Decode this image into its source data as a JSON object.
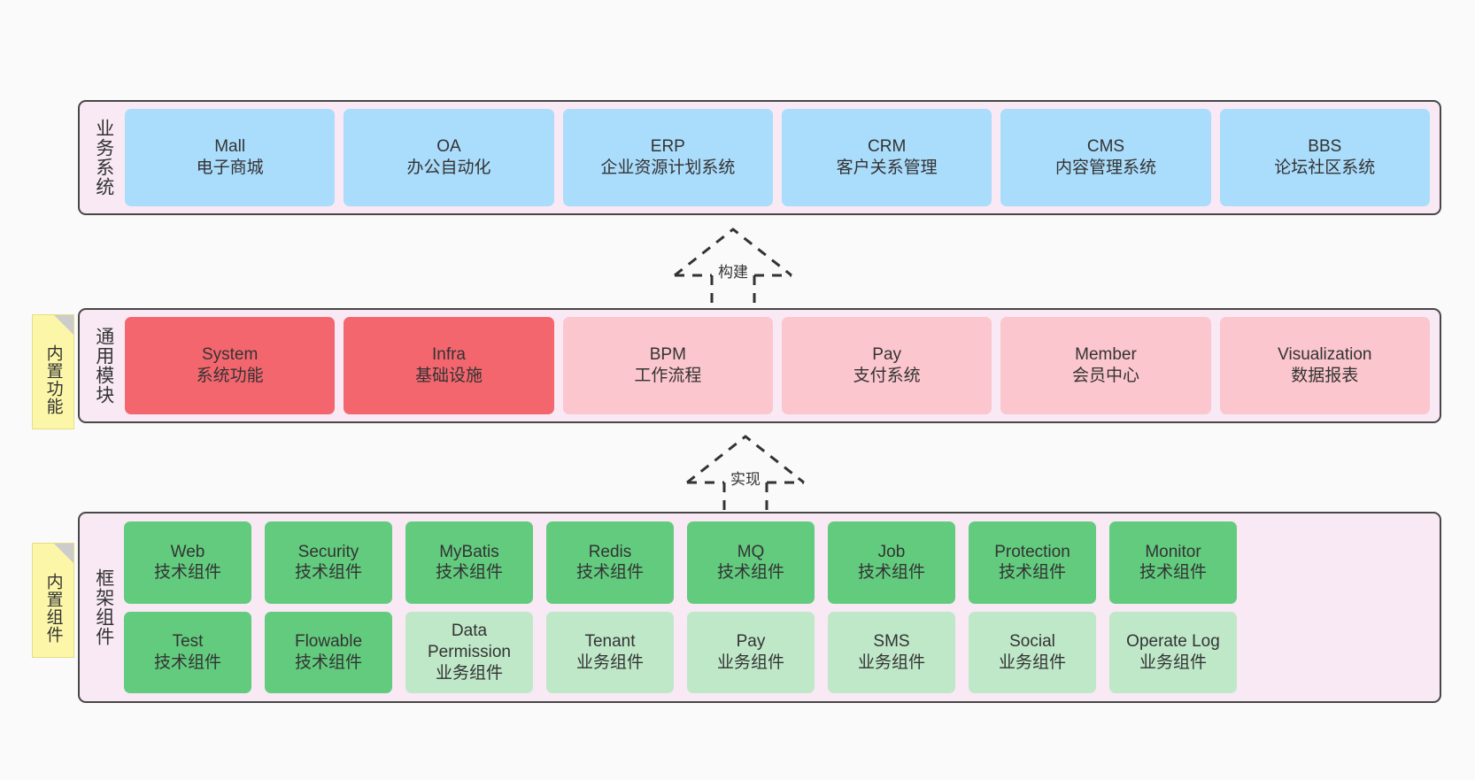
{
  "diagram": {
    "background_color": "#fafafa",
    "container_fill": "#f8e9f4",
    "container_border": "#474747"
  },
  "layers": [
    {
      "id": "business",
      "title": "业务系统",
      "card_color": "#aadcfb",
      "cards": [
        {
          "name": "Mall",
          "sub": "电子商城"
        },
        {
          "name": "OA",
          "sub": "办公自动化"
        },
        {
          "name": "ERP",
          "sub": "企业资源计划系统"
        },
        {
          "name": "CRM",
          "sub": "客户关系管理"
        },
        {
          "name": "CMS",
          "sub": "内容管理系统"
        },
        {
          "name": "BBS",
          "sub": "论坛社区系统"
        }
      ]
    },
    {
      "id": "modules",
      "title": "通用模块",
      "card_color_strong": "#f4666e",
      "card_color_light": "#fbc6cd",
      "cards": [
        {
          "name": "System",
          "sub": "系统功能",
          "variant": "strong"
        },
        {
          "name": "Infra",
          "sub": "基础设施",
          "variant": "strong"
        },
        {
          "name": "BPM",
          "sub": "工作流程",
          "variant": "light"
        },
        {
          "name": "Pay",
          "sub": "支付系统",
          "variant": "light"
        },
        {
          "name": "Member",
          "sub": "会员中心",
          "variant": "light"
        },
        {
          "name": "Visualization",
          "sub": "数据报表",
          "variant": "light"
        }
      ]
    },
    {
      "id": "framework",
      "title": "框架组件",
      "card_color_tech": "#62cb7e",
      "card_color_biz": "#bfe8c9",
      "cards": [
        {
          "name": "Web",
          "sub": "技术组件",
          "variant": "tech"
        },
        {
          "name": "Security",
          "sub": "技术组件",
          "variant": "tech"
        },
        {
          "name": "MyBatis",
          "sub": "技术组件",
          "variant": "tech"
        },
        {
          "name": "Redis",
          "sub": "技术组件",
          "variant": "tech"
        },
        {
          "name": "MQ",
          "sub": "技术组件",
          "variant": "tech"
        },
        {
          "name": "Job",
          "sub": "技术组件",
          "variant": "tech"
        },
        {
          "name": "Protection",
          "sub": "技术组件",
          "variant": "tech"
        },
        {
          "name": "Monitor",
          "sub": "技术组件",
          "variant": "tech"
        },
        {
          "name": "Test",
          "sub": "技术组件",
          "variant": "tech"
        },
        {
          "name": "Flowable",
          "sub": "技术组件",
          "variant": "tech"
        },
        {
          "name": "Data Permission",
          "sub": "业务组件",
          "variant": "biz"
        },
        {
          "name": "Tenant",
          "sub": "业务组件",
          "variant": "biz"
        },
        {
          "name": "Pay",
          "sub": "业务组件",
          "variant": "biz"
        },
        {
          "name": "SMS",
          "sub": "业务组件",
          "variant": "biz"
        },
        {
          "name": "Social",
          "sub": "业务组件",
          "variant": "biz"
        },
        {
          "name": "Operate Log",
          "sub": "业务组件",
          "variant": "biz"
        }
      ]
    }
  ],
  "notes": [
    {
      "id": "functions",
      "label": "内置功能",
      "color": "#fcf7a8"
    },
    {
      "id": "components",
      "label": "内置组件",
      "color": "#fcf7a8"
    }
  ],
  "arrows": [
    {
      "id": "build",
      "label": "构建",
      "style": "dashed-hollow-triangle"
    },
    {
      "id": "impl",
      "label": "实现",
      "style": "dashed-hollow-triangle"
    }
  ]
}
